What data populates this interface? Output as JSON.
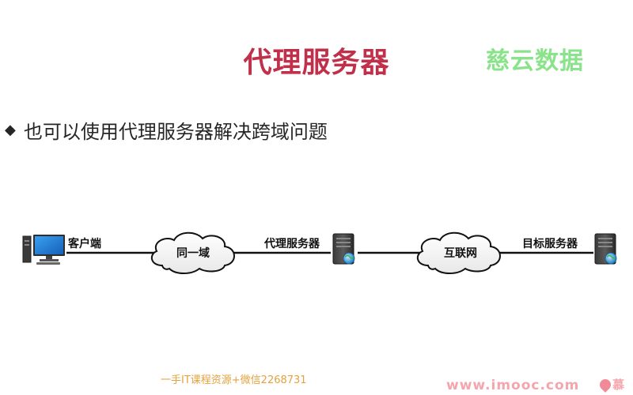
{
  "slide": {
    "title": "代理服务器",
    "brand_logo": "慈云数据",
    "bullet": "也可以使用代理服务器解决跨域问题"
  },
  "diagram": {
    "nodes": {
      "client": {
        "label": "客户端",
        "icon": "desktop-computer-icon"
      },
      "proxy": {
        "label": "代理服务器",
        "icon": "server-icon"
      },
      "target": {
        "label": "目标服务器",
        "icon": "server-icon"
      }
    },
    "clouds": {
      "same_domain": "同一域",
      "internet": "互联网"
    }
  },
  "footer": {
    "watermark": "一手IT课程资源+微信2268731",
    "site": "www.imooc.com",
    "logo_text": "慕"
  },
  "colors": {
    "title": "#c0304a",
    "brand_logo": "#7ee07e",
    "footer_pink": "#f4a6ad",
    "watermark": "#e6a23c"
  }
}
